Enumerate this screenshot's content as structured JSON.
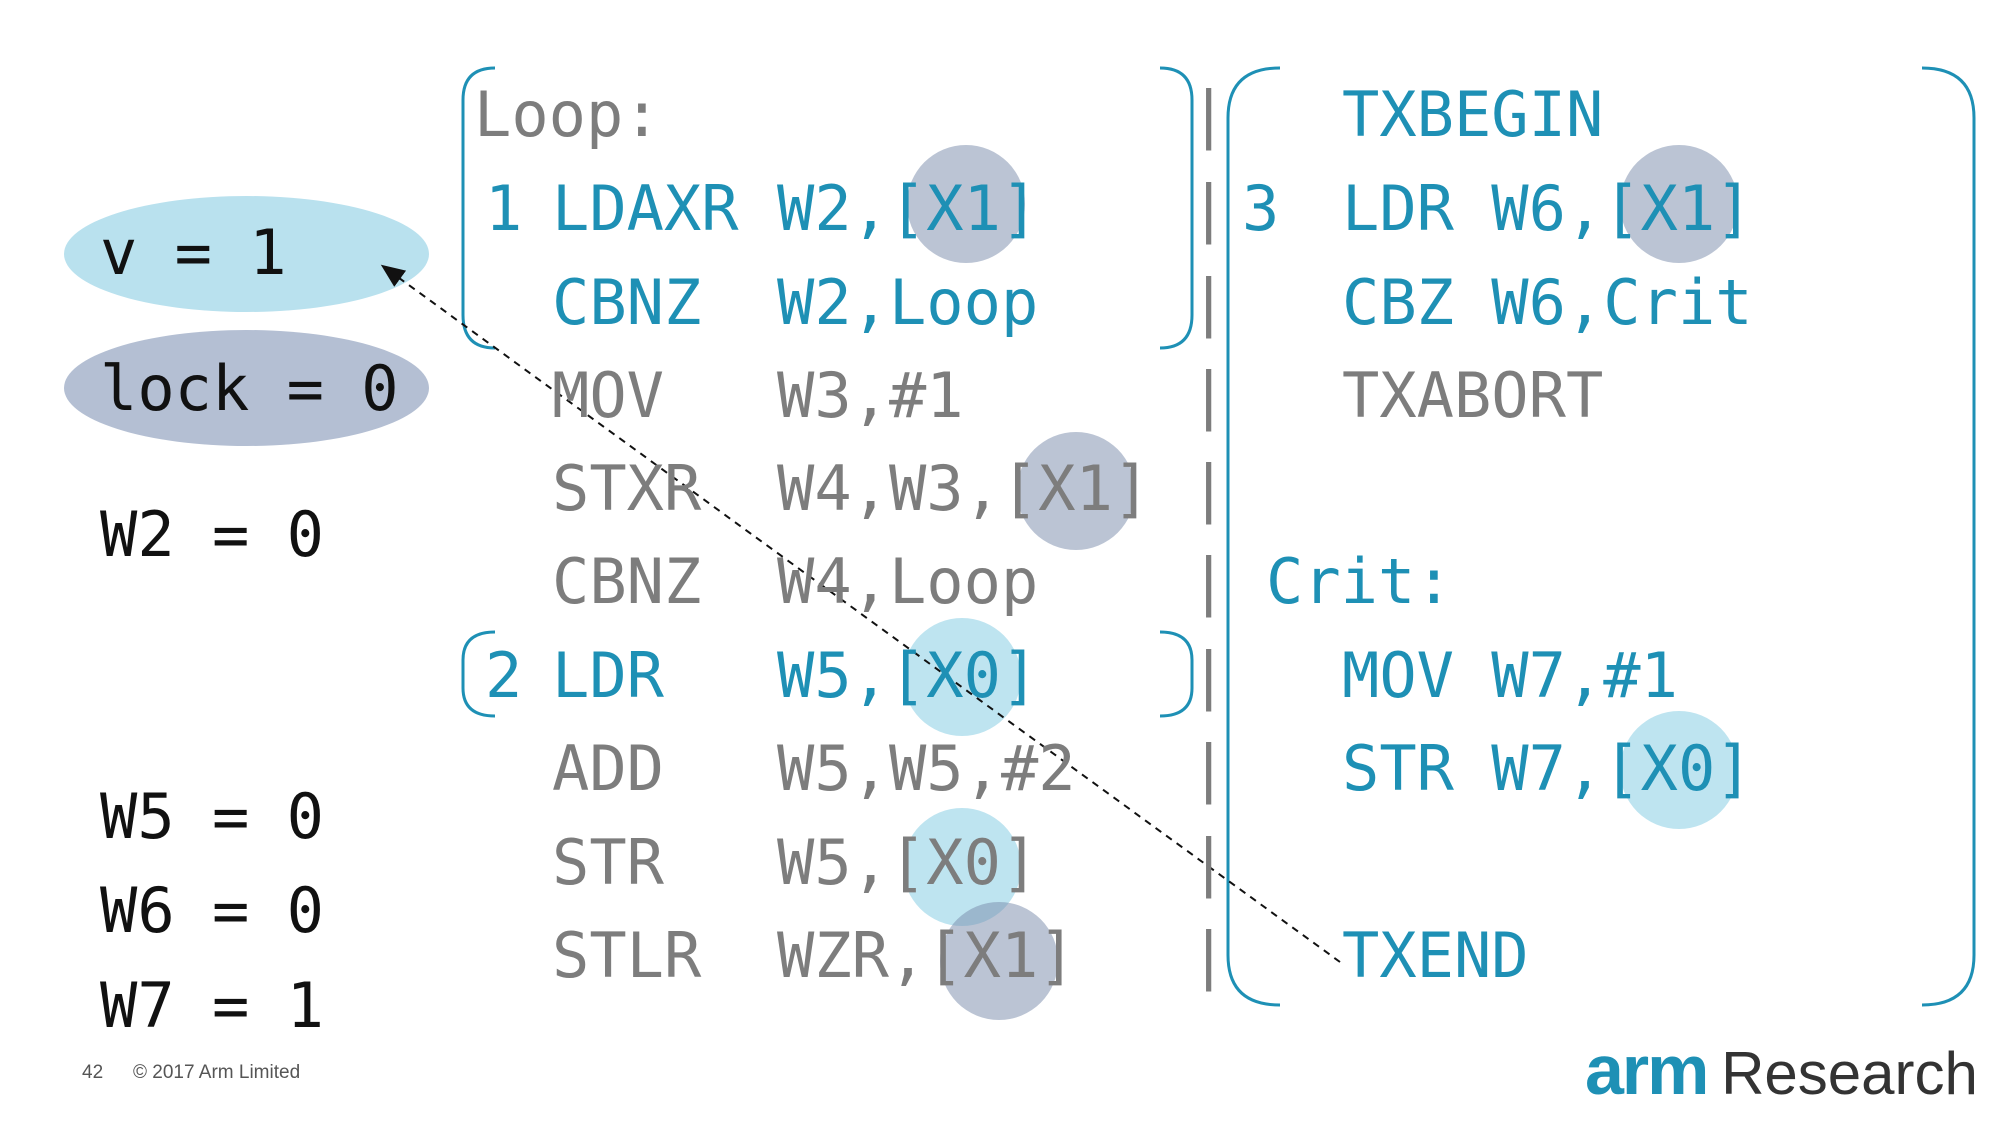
{
  "state": {
    "v": "v = 1",
    "lock": "lock = 0",
    "w2": "W2 = 0",
    "w5": "W5 = 0",
    "w6": "W6 = 0",
    "w7": "W7 = 1"
  },
  "left_code": {
    "label": "Loop:",
    "marker1": "1",
    "marker2": "2",
    "lines": [
      {
        "op": "LDAXR",
        "args": "W2,[X1]"
      },
      {
        "op": "CBNZ",
        "args": "W2,Loop"
      },
      {
        "op": "MOV",
        "args": "W3,#1"
      },
      {
        "op": "STXR",
        "args": "W4,W3,[X1]"
      },
      {
        "op": "CBNZ",
        "args": "W4,Loop"
      },
      {
        "op": "LDR",
        "args": "W5,[X0]"
      },
      {
        "op": "ADD",
        "args": "W5,W5,#2"
      },
      {
        "op": "STR",
        "args": "W5,[X0]"
      },
      {
        "op": "STLR",
        "args": "WZR,[X1]"
      }
    ]
  },
  "separator": "|",
  "right_code": {
    "marker3": "3",
    "crit_label": "Crit:",
    "lines": [
      "TXBEGIN",
      "LDR W6,[X1]",
      "CBZ W6,Crit",
      "TXABORT",
      "MOV W7,#1",
      "STR W7,[X0]",
      "TXEND"
    ]
  },
  "footer": {
    "page": "42",
    "copyright": "© 2017 Arm Limited",
    "brand": "arm",
    "brand_suffix": "Research"
  },
  "colors": {
    "blue": "#1e90b5",
    "gray": "#7d7d7d",
    "ellipse_v": "#b9e1ee",
    "ellipse_lock": "#b4bfd3"
  }
}
